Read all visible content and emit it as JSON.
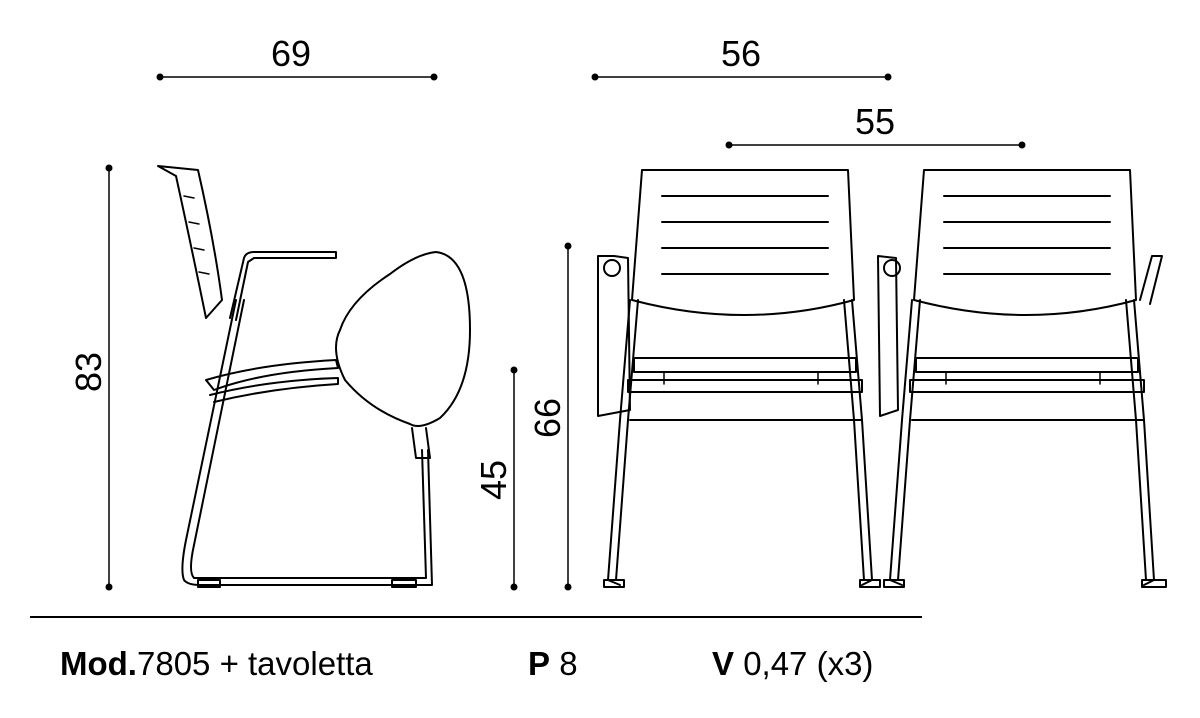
{
  "dimensions": {
    "side_depth": "69",
    "front_width": "56",
    "inner_width": "55",
    "total_height": "83",
    "tablet_height": "66",
    "seat_height": "45"
  },
  "caption": {
    "model_label": "Mod.",
    "model_value": "7805 + tavoletta",
    "p_label": "P",
    "p_value": "8",
    "v_label": "V",
    "v_value": "0,47 (x3)"
  }
}
